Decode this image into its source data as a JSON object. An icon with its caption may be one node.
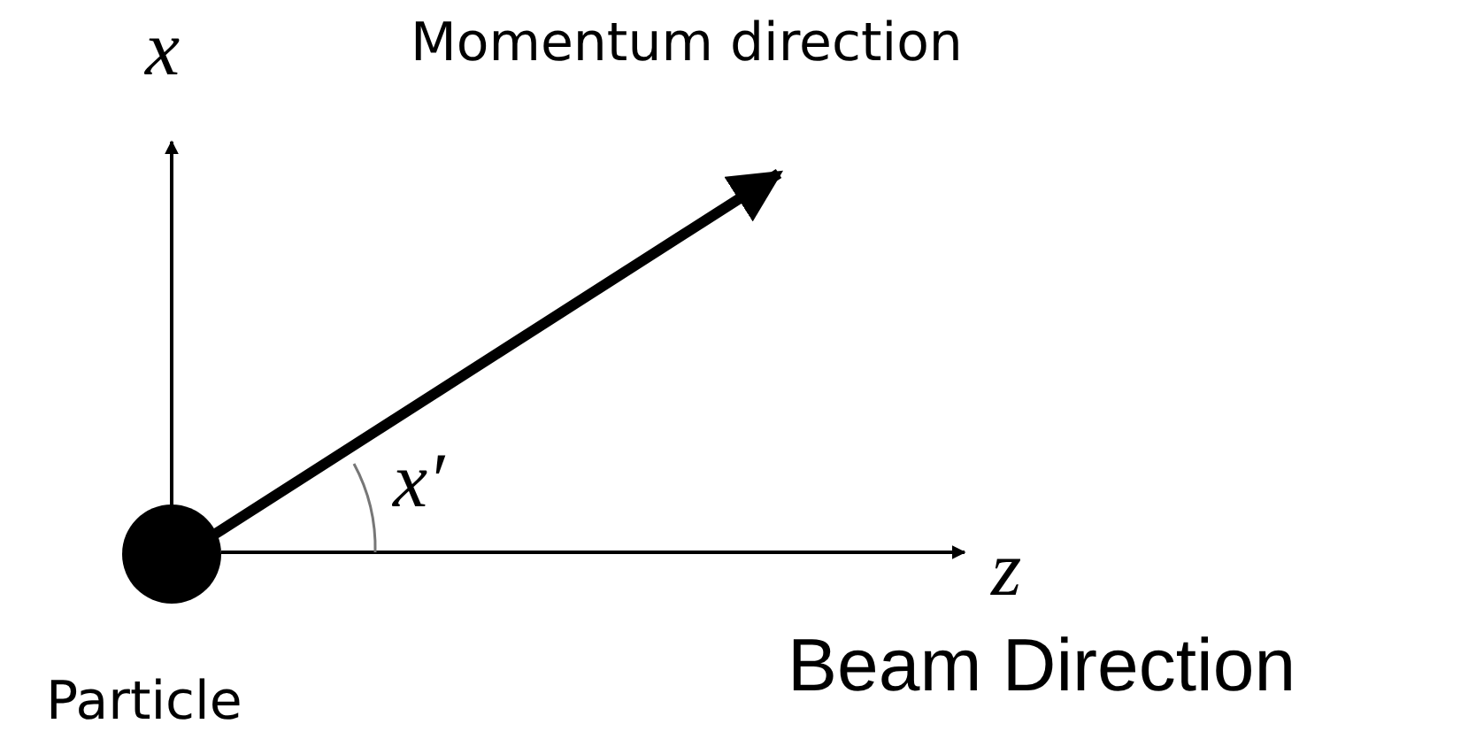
{
  "diagram": {
    "nodes": [
      {
        "text": [],
        "shape": "circle",
        "beside": [
          "Particle"
        ]
      }
    ],
    "labels": [
      "x",
      "Momentum direction",
      "x′",
      "z",
      "Beam Direction"
    ]
  }
}
